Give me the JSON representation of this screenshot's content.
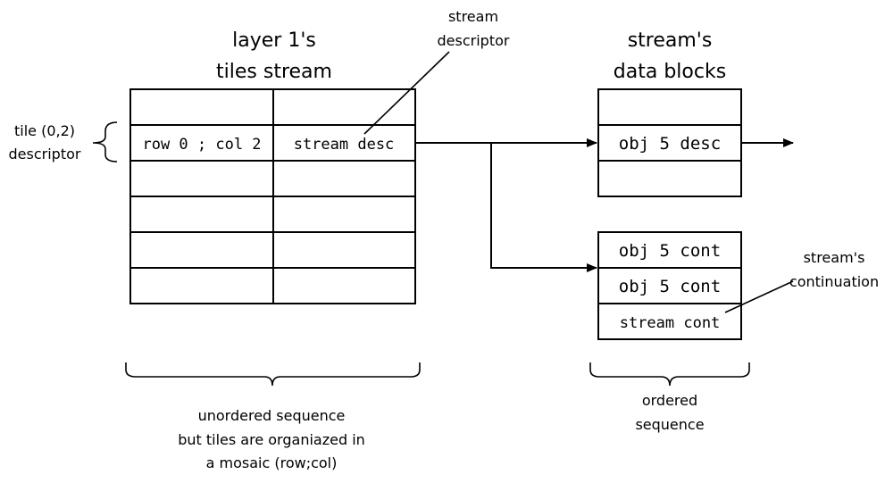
{
  "tiles_stream": {
    "title_line1": "layer 1's",
    "title_line2": "tiles stream",
    "rows": [
      [
        "",
        ""
      ],
      [
        "row 0 ; col 2",
        "stream desc"
      ],
      [
        "",
        ""
      ],
      [
        "",
        ""
      ],
      [
        "",
        ""
      ],
      [
        "",
        ""
      ]
    ],
    "bottom_note_line1": "unordered sequence",
    "bottom_note_line2": "but tiles are organiazed in",
    "bottom_note_line3": "a mosaic (row;col)"
  },
  "tile_descriptor_label": {
    "line1": "tile (0,2)",
    "line2": "descriptor"
  },
  "stream_descriptor_label": {
    "line1": "stream",
    "line2": "descriptor"
  },
  "data_blocks": {
    "title_line1": "stream's",
    "title_line2": "data blocks",
    "group1": [
      "",
      "obj 5 desc",
      ""
    ],
    "group2": [
      "obj 5 cont",
      "obj 5 cont",
      "stream cont"
    ],
    "bottom_note_line1": "ordered",
    "bottom_note_line2": "sequence"
  },
  "continuation_label": {
    "line1": "stream's",
    "line2": "continuation"
  }
}
